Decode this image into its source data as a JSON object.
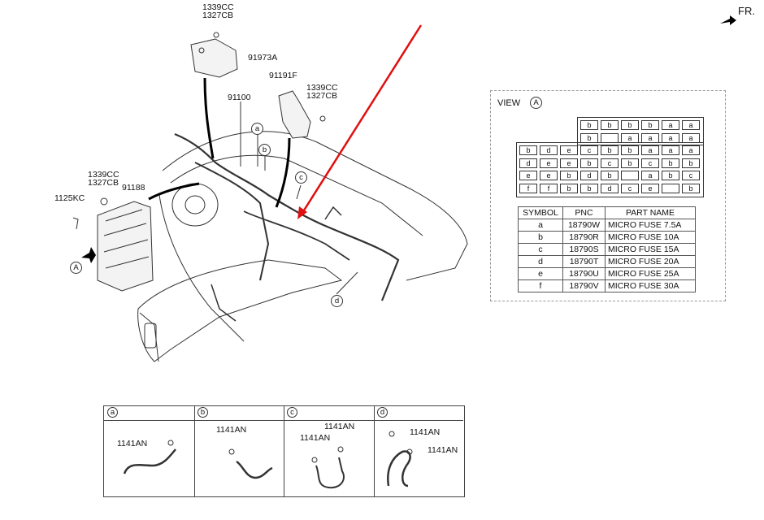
{
  "direction": "FR.",
  "labels": {
    "bolt_top_1": "1339CC",
    "bolt_top_2": "1327CB",
    "bracket_top": "91973A",
    "bracket_right": "91191F",
    "bolt_right_1": "1339CC",
    "bolt_right_2": "1327CB",
    "harness_main": "91100",
    "bolt_left_1": "1339CC",
    "bolt_left_2": "1327CB",
    "junction_box": "91188",
    "screw_left": "1125KC"
  },
  "callouts": {
    "a": "a",
    "b": "b",
    "c": "c",
    "d": "d",
    "view": "A"
  },
  "view": {
    "title": "VIEW",
    "marker": "A",
    "fuse_grid": [
      [
        "",
        "",
        "",
        "b",
        "b",
        "b",
        "b",
        "a",
        "a"
      ],
      [
        "",
        "",
        "",
        "b",
        "",
        "a",
        "a",
        "a",
        "a"
      ],
      [
        "b",
        "d",
        "e",
        "c",
        "b",
        "b",
        "a",
        "a",
        "a"
      ],
      [
        "d",
        "e",
        "e",
        "b",
        "c",
        "b",
        "c",
        "b",
        "b"
      ],
      [
        "e",
        "e",
        "b",
        "d",
        "b",
        "",
        "a",
        "b",
        "c"
      ],
      [
        "f",
        "f",
        "b",
        "b",
        "d",
        "c",
        "e",
        "",
        "b"
      ]
    ],
    "table": {
      "headers": [
        "SYMBOL",
        "PNC",
        "PART NAME"
      ],
      "rows": [
        [
          "a",
          "18790W",
          "MICRO FUSE 7.5A"
        ],
        [
          "b",
          "18790R",
          "MICRO FUSE 10A"
        ],
        [
          "c",
          "18790S",
          "MICRO FUSE 15A"
        ],
        [
          "d",
          "18790T",
          "MICRO FUSE 20A"
        ],
        [
          "e",
          "18790U",
          "MICRO FUSE 25A"
        ],
        [
          "f",
          "18790V",
          "MICRO FUSE 30A"
        ]
      ]
    }
  },
  "details": [
    {
      "key": "a",
      "parts": [
        "1141AN"
      ]
    },
    {
      "key": "b",
      "parts": [
        "1141AN"
      ]
    },
    {
      "key": "c",
      "parts": [
        "1141AN",
        "1141AN"
      ]
    },
    {
      "key": "d",
      "parts": [
        "1141AN",
        "1141AN"
      ]
    }
  ],
  "colors": {
    "arrow": "#e01010",
    "line": "#333333"
  }
}
